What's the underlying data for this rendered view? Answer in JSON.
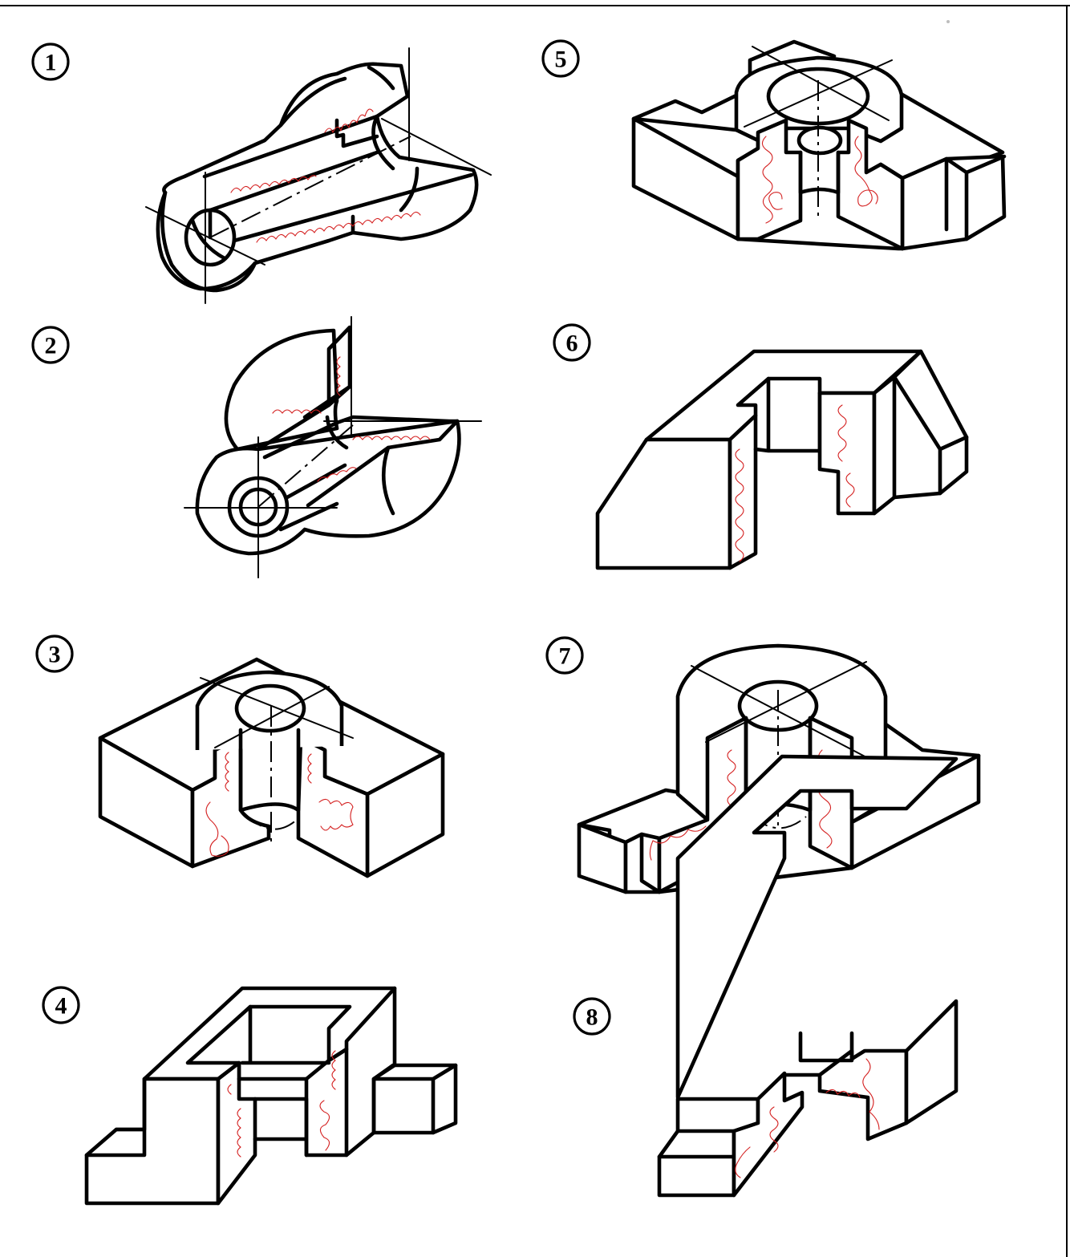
{
  "figures": [
    {
      "label": "1"
    },
    {
      "label": "2"
    },
    {
      "label": "3"
    },
    {
      "label": "4"
    },
    {
      "label": "5"
    },
    {
      "label": "6"
    },
    {
      "label": "7"
    },
    {
      "label": "8"
    }
  ],
  "colors": {
    "ink": "#000000",
    "section_hatch": "#d42020",
    "paper": "#ffffff"
  }
}
